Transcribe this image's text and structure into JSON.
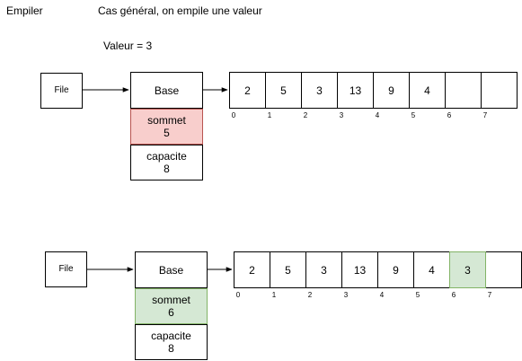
{
  "header": {
    "title": "Empiler",
    "subtitle": "Cas général, on empile une valeur",
    "value_label": "Valeur = 3"
  },
  "diagram_before": {
    "file_label": "File",
    "base_label": "Base",
    "sommet_label": "sommet",
    "sommet_value": "5",
    "capacite_label": "capacite",
    "capacite_value": "8",
    "cells": [
      "2",
      "5",
      "3",
      "13",
      "9",
      "4",
      "",
      ""
    ],
    "indices": [
      "0",
      "1",
      "2",
      "3",
      "4",
      "5",
      "6",
      "7"
    ]
  },
  "diagram_after": {
    "file_label": "File",
    "base_label": "Base",
    "sommet_label": "sommet",
    "sommet_value": "6",
    "capacite_label": "capacite",
    "capacite_value": "8",
    "cells": [
      "2",
      "5",
      "3",
      "13",
      "9",
      "4",
      "3",
      ""
    ],
    "indices": [
      "0",
      "1",
      "2",
      "3",
      "4",
      "5",
      "6",
      "7"
    ],
    "highlighted_cell_index": 6
  },
  "colors": {
    "sommet_before_fill": "#f8cecc",
    "sommet_before_border": "#b85450",
    "sommet_after_fill": "#d5e8d4",
    "sommet_after_border": "#82b366",
    "new_cell_fill": "#d5e8d4",
    "new_cell_border": "#82b366"
  }
}
